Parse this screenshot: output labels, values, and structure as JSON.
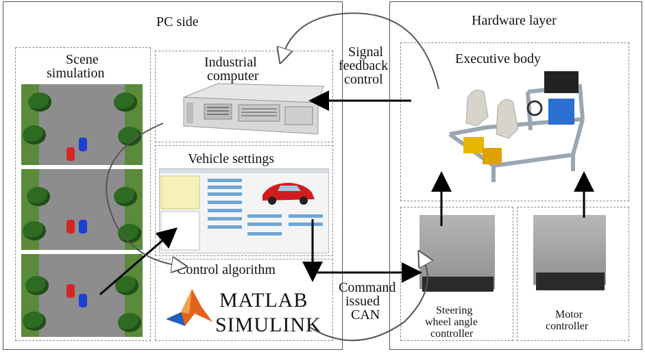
{
  "labels": {
    "pc_side": "PC side",
    "hardware_layer": "Hardware layer",
    "scene_line1": "Scene",
    "scene_line2": "simulation",
    "industrial_line1": "Industrial",
    "industrial_line2": "computer",
    "vehicle_settings": "Vehicle settings",
    "control_algorithm": "Control algorithm",
    "executive_body": "Executive body",
    "signal_line1": "Signal",
    "signal_line2": "feedback",
    "signal_line3": "control",
    "command_line1": "Command",
    "command_line2": "issued",
    "command_line3": "CAN",
    "steering_line1": "Steering",
    "steering_line2": "wheel angle",
    "steering_line3": "controller",
    "motor_line1": "Motor",
    "motor_line2": "controller",
    "matlab": "MATLAB",
    "simulink": "SIMULINK"
  },
  "icons": {
    "scene": "road-scene-image",
    "computer": "industrial-pc-image",
    "settings": "software-window-image",
    "matlab": "matlab-logo",
    "executive": "driving-simulator-rig-image",
    "steering_ecu": "ecu-image",
    "motor_ecu": "ecu-image"
  },
  "colors": {
    "panel_border": "#555555",
    "dash_border": "#888888",
    "arrow": "#000000",
    "car_red": "#d42525",
    "car_blue": "#1e3fd4"
  }
}
